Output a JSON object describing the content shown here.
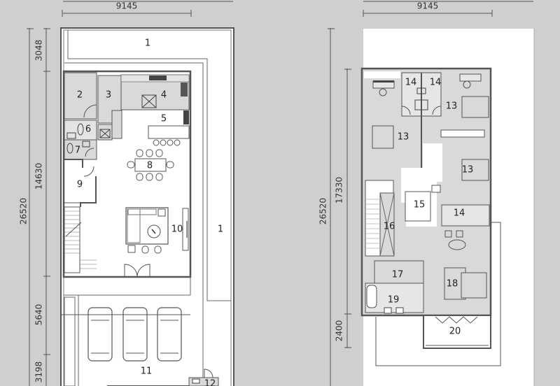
{
  "colors": {
    "background": "#cfcfcf",
    "site": "#ffffff",
    "room_fill": "#d9d9d9",
    "wall": "#555555",
    "text": "#222222"
  },
  "ground_floor": {
    "dimensions": {
      "width_top": "9145",
      "height_total": "26520",
      "segment_1": "3048",
      "segment_2": "14630",
      "segment_3": "5640",
      "segment_4": "3198"
    },
    "rooms": [
      {
        "id": "1",
        "label": "1",
        "note": "yard top"
      },
      {
        "id": "2",
        "label": "2"
      },
      {
        "id": "3",
        "label": "3"
      },
      {
        "id": "4",
        "label": "4"
      },
      {
        "id": "5",
        "label": "5"
      },
      {
        "id": "6",
        "label": "6"
      },
      {
        "id": "7",
        "label": "7"
      },
      {
        "id": "8",
        "label": "8"
      },
      {
        "id": "9",
        "label": "9"
      },
      {
        "id": "10",
        "label": "10"
      },
      {
        "id": "1b",
        "label": "1",
        "note": "yard side"
      },
      {
        "id": "11",
        "label": "11"
      },
      {
        "id": "12",
        "label": "12"
      }
    ]
  },
  "upper_floor": {
    "dimensions": {
      "width_top": "9145",
      "height_total": "26520",
      "segment_1": "17330",
      "segment_2": "2400"
    },
    "rooms": [
      {
        "id": "14a",
        "label": "14"
      },
      {
        "id": "14b",
        "label": "14"
      },
      {
        "id": "13a",
        "label": "13"
      },
      {
        "id": "13b",
        "label": "13"
      },
      {
        "id": "13c",
        "label": "13"
      },
      {
        "id": "15",
        "label": "15"
      },
      {
        "id": "14c",
        "label": "14"
      },
      {
        "id": "16",
        "label": "16"
      },
      {
        "id": "17",
        "label": "17"
      },
      {
        "id": "18",
        "label": "18"
      },
      {
        "id": "19",
        "label": "19"
      },
      {
        "id": "20",
        "label": "20"
      }
    ]
  }
}
